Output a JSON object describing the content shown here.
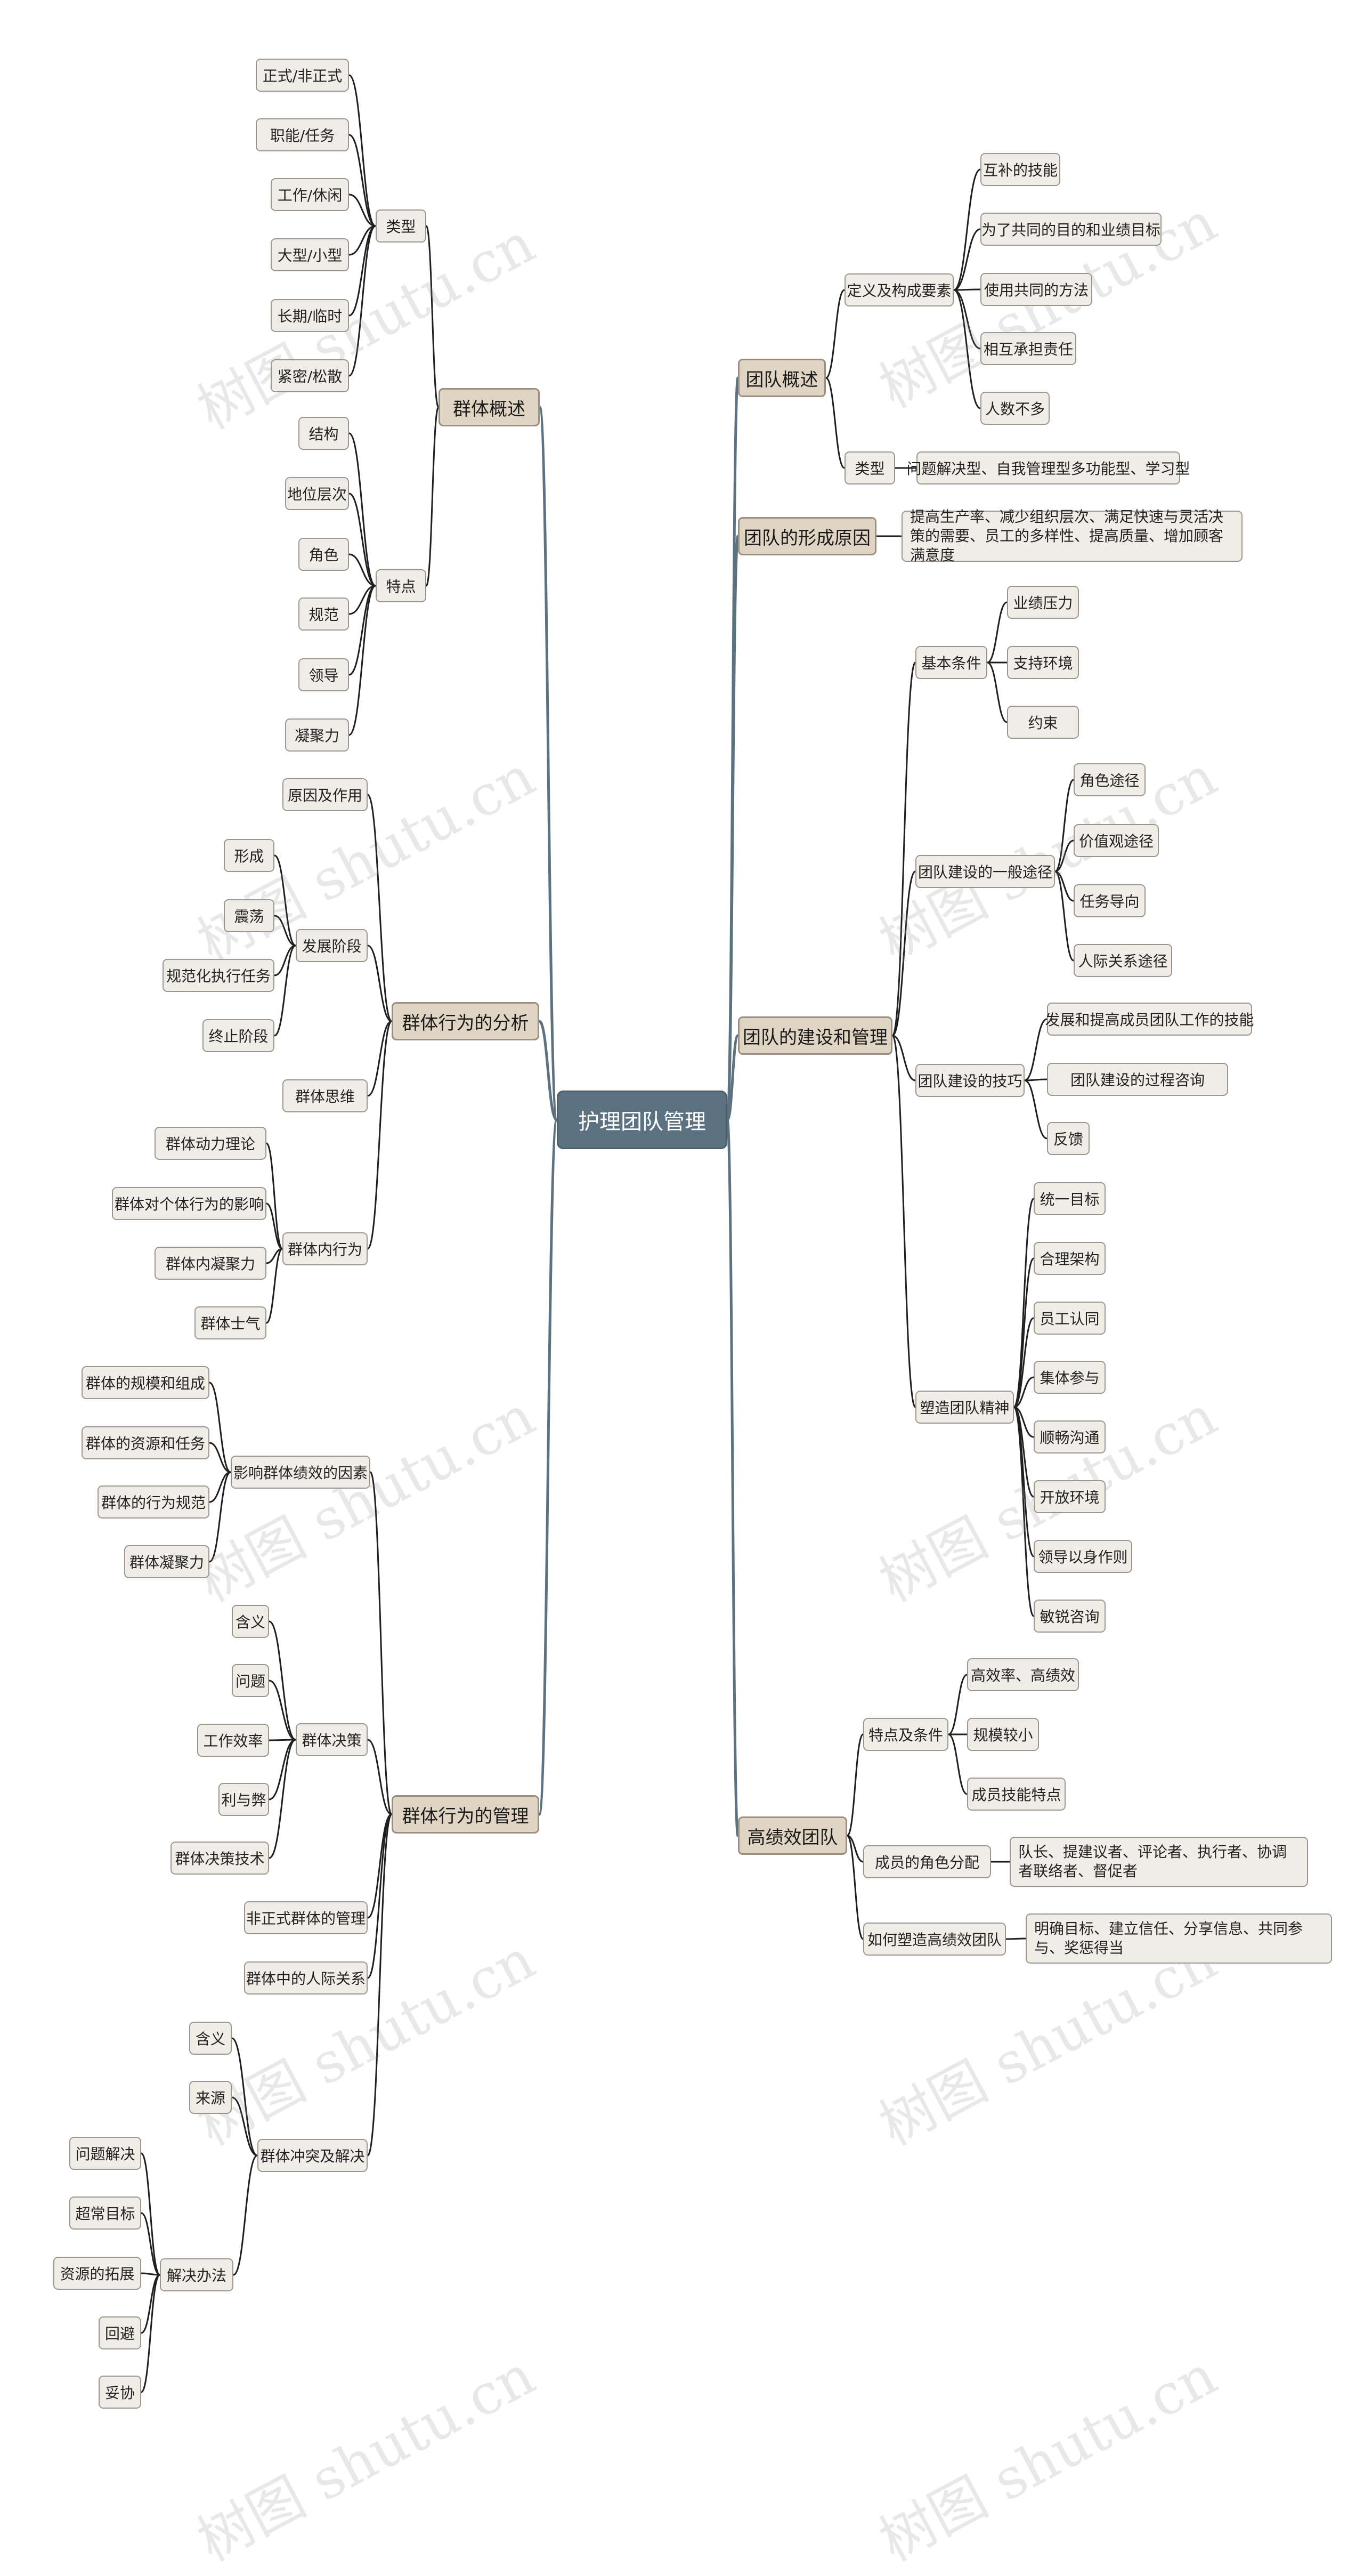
{
  "root": "护理团队管理",
  "watermark": "树图 shutu.cn",
  "left": [
    {
      "label": "群体概述",
      "children": [
        {
          "label": "类型",
          "children": [
            "正式/非正式",
            "职能/任务",
            "工作/休闲",
            "大型/小型",
            "长期/临时",
            "紧密/松散"
          ]
        },
        {
          "label": "特点",
          "children": [
            "结构",
            "地位层次",
            "角色",
            "规范",
            "领导",
            "凝聚力"
          ]
        }
      ]
    },
    {
      "label": "群体行为的分析",
      "children": [
        {
          "label": "原因及作用"
        },
        {
          "label": "发展阶段",
          "children": [
            "形成",
            "震荡",
            "规范化执行任务",
            "终止阶段"
          ]
        },
        {
          "label": "群体思维"
        },
        {
          "label": "群体内行为",
          "children": [
            "群体动力理论",
            "群体对个体行为的影响",
            "群体内凝聚力",
            "群体士气"
          ]
        }
      ]
    },
    {
      "label": "群体行为的管理",
      "children": [
        {
          "label": "影响群体绩效的因素",
          "children": [
            "群体的规模和组成",
            "群体的资源和任务",
            "群体的行为规范",
            "群体凝聚力"
          ]
        },
        {
          "label": "群体决策",
          "children": [
            "含义",
            "问题",
            "工作效率",
            "利与弊",
            "群体决策技术"
          ]
        },
        {
          "label": "非正式群体的管理"
        },
        {
          "label": "群体中的人际关系"
        },
        {
          "label": "群体冲突及解决",
          "children": [
            {
              "label": "含义"
            },
            {
              "label": "来源"
            },
            {
              "label": "解决办法",
              "children": [
                "问题解决",
                "超常目标",
                "资源的拓展",
                "回避",
                "妥协"
              ]
            }
          ]
        }
      ]
    }
  ],
  "right": [
    {
      "label": "团队概述",
      "children": [
        {
          "label": "定义及构成要素",
          "children": [
            "互补的技能",
            "为了共同的目的和业绩目标",
            "使用共同的方法",
            "相互承担责任",
            "人数不多"
          ]
        },
        {
          "label": "类型",
          "children": [
            "问题解决型、自我管理型多功能型、学习型"
          ]
        }
      ]
    },
    {
      "label": "团队的形成原因",
      "children": [
        {
          "label": "提高生产率、减少组织层次、满足快速与灵活决策的需要、员工的多样性、提高质量、增加顾客满意度"
        }
      ]
    },
    {
      "label": "团队的建设和管理",
      "children": [
        {
          "label": "基本条件",
          "children": [
            "业绩压力",
            "支持环境",
            "约束"
          ]
        },
        {
          "label": "团队建设的一般途径",
          "children": [
            "角色途径",
            "价值观途径",
            "任务导向",
            "人际关系途径"
          ]
        },
        {
          "label": "团队建设的技巧",
          "children": [
            "发展和提高成员团队工作的技能",
            "团队建设的过程咨询",
            "反馈"
          ]
        },
        {
          "label": "塑造团队精神",
          "children": [
            "统一目标",
            "合理架构",
            "员工认同",
            "集体参与",
            "顺畅沟通",
            "开放环境",
            "领导以身作则",
            "敏锐咨询"
          ]
        }
      ]
    },
    {
      "label": "高绩效团队",
      "children": [
        {
          "label": "特点及条件",
          "children": [
            "高效率、高绩效",
            "规模较小",
            "成员技能特点"
          ]
        },
        {
          "label": "成员的角色分配",
          "children": [
            "队长、提建议者、评论者、执行者、协调者联络者、督促者"
          ]
        },
        {
          "label": "如何塑造高绩效团队",
          "children": [
            "明确目标、建立信任、分享信息、共同参与、奖惩得当"
          ]
        }
      ]
    }
  ],
  "colors": {
    "root_bg": "#5d7280",
    "main_bg": "#e0d4c2",
    "leaf_bg": "#f0ede7",
    "line": "#1f1f1f",
    "root_line": "#5d7280"
  }
}
